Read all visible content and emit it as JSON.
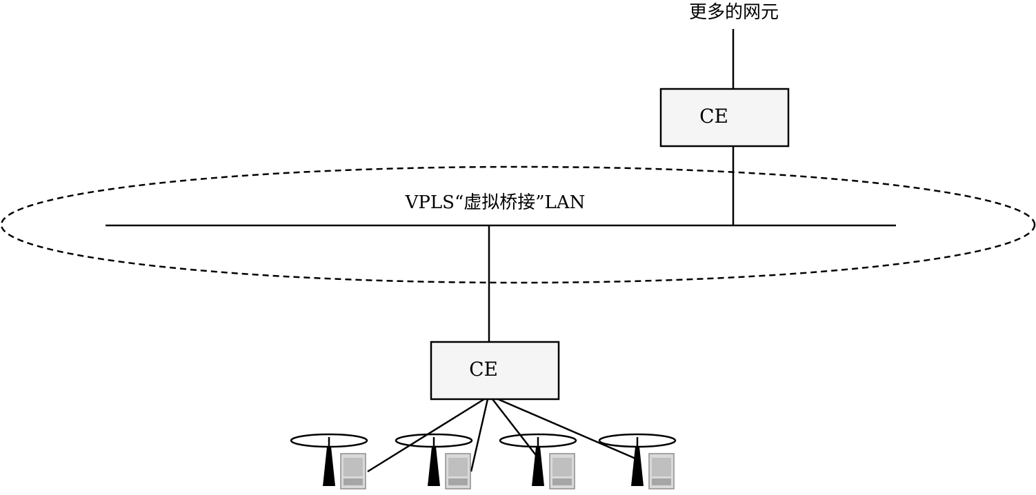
{
  "labels": {
    "more_elements": "更多的网元",
    "lan": "VPLS“虚拟桥接”LAN",
    "ce_top": "CE",
    "ce_bottom": "CE"
  },
  "base_stations": [
    {
      "name": "base-station-1"
    },
    {
      "name": "base-station-2"
    },
    {
      "name": "base-station-3"
    },
    {
      "name": "base-station-4"
    }
  ],
  "colors": {
    "line": "#000000",
    "box_fill": "#f5f5f5",
    "cabinet_light": "#d9d9d9",
    "cabinet_dark": "#a6a6a6"
  }
}
